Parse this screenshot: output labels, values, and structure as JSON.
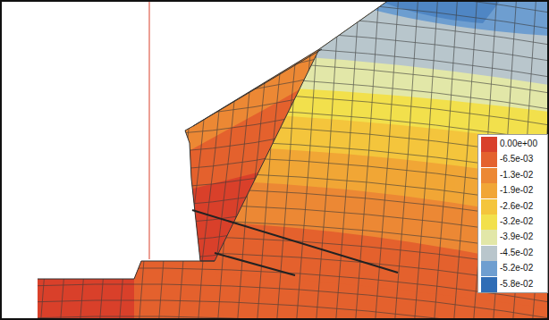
{
  "diagram": {
    "legend": [
      {
        "text": "0.00e+00",
        "color": "#d9402b"
      },
      {
        "text": "-6.5e-03",
        "color": "#e4622e"
      },
      {
        "text": "-1.3e-02",
        "color": "#ec8834"
      },
      {
        "text": "-1.9e-02",
        "color": "#f1a636"
      },
      {
        "text": "-2.6e-02",
        "color": "#f4c53c"
      },
      {
        "text": "-3.2e-02",
        "color": "#f2e04c"
      },
      {
        "text": "-3.9e-02",
        "color": "#e2e7a8"
      },
      {
        "text": "-4.5e-02",
        "color": "#b9c6cc"
      },
      {
        "text": "-5.2e-02",
        "color": "#6e9ed0"
      },
      {
        "text": "-5.8e-02",
        "color": "#2f6db6"
      }
    ]
  }
}
